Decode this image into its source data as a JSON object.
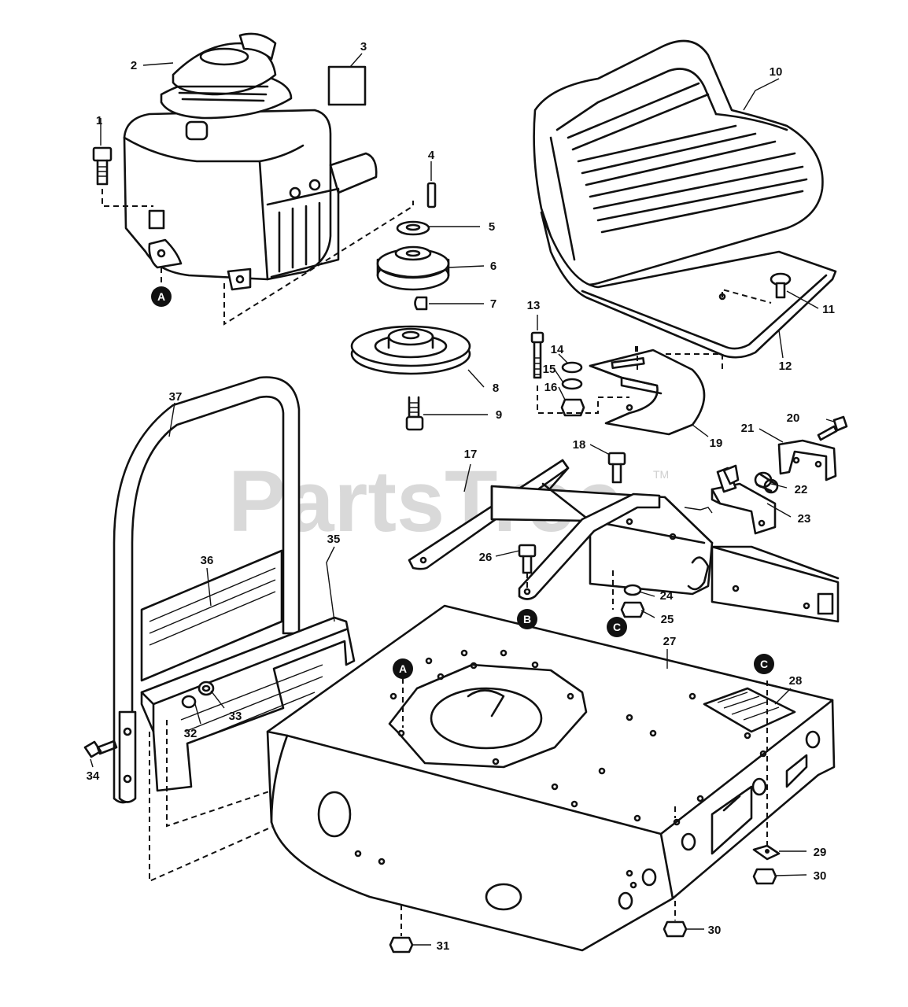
{
  "watermark": {
    "brand": "PartsTree",
    "trademark": "TM"
  },
  "callouts": [
    {
      "id": "c1",
      "label": "1"
    },
    {
      "id": "c2",
      "label": "2"
    },
    {
      "id": "c3",
      "label": "3"
    },
    {
      "id": "c4",
      "label": "4"
    },
    {
      "id": "c5",
      "label": "5"
    },
    {
      "id": "c6",
      "label": "6"
    },
    {
      "id": "c7",
      "label": "7"
    },
    {
      "id": "c8",
      "label": "8"
    },
    {
      "id": "c9",
      "label": "9"
    },
    {
      "id": "c10",
      "label": "10"
    },
    {
      "id": "c11",
      "label": "11"
    },
    {
      "id": "c12",
      "label": "12"
    },
    {
      "id": "c13",
      "label": "13"
    },
    {
      "id": "c14",
      "label": "14"
    },
    {
      "id": "c15",
      "label": "15"
    },
    {
      "id": "c16",
      "label": "16"
    },
    {
      "id": "c17",
      "label": "17"
    },
    {
      "id": "c18",
      "label": "18"
    },
    {
      "id": "c19",
      "label": "19"
    },
    {
      "id": "c20",
      "label": "20"
    },
    {
      "id": "c21",
      "label": "21"
    },
    {
      "id": "c22",
      "label": "22"
    },
    {
      "id": "c23",
      "label": "23"
    },
    {
      "id": "c24",
      "label": "24"
    },
    {
      "id": "c25",
      "label": "25"
    },
    {
      "id": "c26",
      "label": "26"
    },
    {
      "id": "c27",
      "label": "27"
    },
    {
      "id": "c28",
      "label": "28"
    },
    {
      "id": "c29",
      "label": "29"
    },
    {
      "id": "c30a",
      "label": "30"
    },
    {
      "id": "c30b",
      "label": "30"
    },
    {
      "id": "c31",
      "label": "31"
    },
    {
      "id": "c32",
      "label": "32"
    },
    {
      "id": "c33",
      "label": "33"
    },
    {
      "id": "c34",
      "label": "34"
    },
    {
      "id": "c35",
      "label": "35"
    },
    {
      "id": "c36",
      "label": "36"
    },
    {
      "id": "c37",
      "label": "37"
    }
  ],
  "reference_markers": [
    {
      "id": "ra1",
      "label": "A"
    },
    {
      "id": "ra2",
      "label": "A"
    },
    {
      "id": "rb1",
      "label": "B"
    },
    {
      "id": "rc1",
      "label": "C"
    },
    {
      "id": "rc2",
      "label": "C"
    }
  ]
}
